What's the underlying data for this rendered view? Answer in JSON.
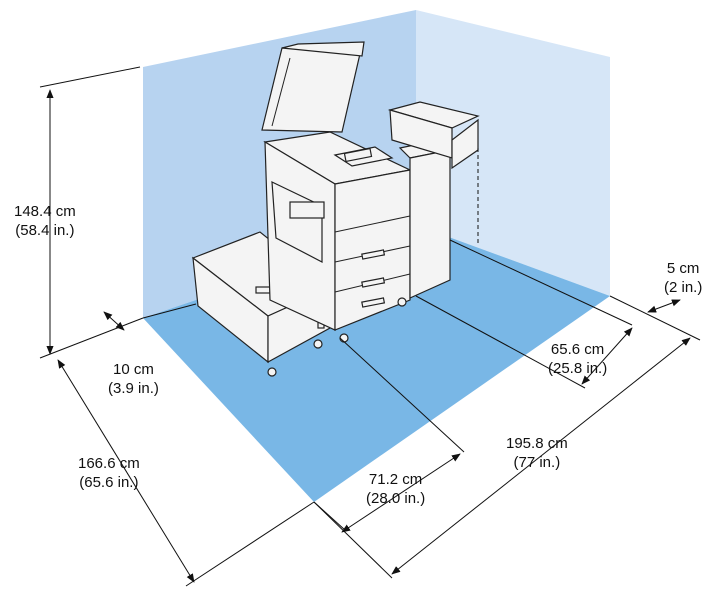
{
  "colors": {
    "back_wall": "#b7d3f0",
    "side_wall": "#d6e6f7",
    "floor": "#79b7e6",
    "printer_body": "#f4f4f4",
    "printer_outline": "#222222",
    "dimension_line": "#111111"
  },
  "dimensions": {
    "height": {
      "metric": "148.4 cm",
      "imperial": "(58.4 in.)"
    },
    "left_clearance": {
      "metric": "10 cm",
      "imperial": "(3.9 in.)"
    },
    "total_depth": {
      "metric": "166.6 cm",
      "imperial": "(65.6 in.)"
    },
    "front_depth": {
      "metric": "71.2 cm",
      "imperial": "(28.0 in.)"
    },
    "total_width": {
      "metric": "195.8 cm",
      "imperial": "(77 in.)"
    },
    "machine_width": {
      "metric": "65.6 cm",
      "imperial": "(25.8 in.)"
    },
    "right_clearance": {
      "metric": "5 cm",
      "imperial": "(2 in.)"
    }
  }
}
